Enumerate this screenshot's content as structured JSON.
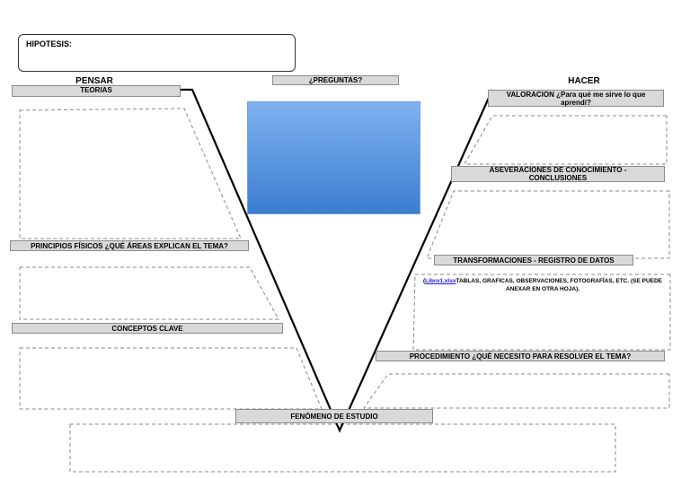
{
  "hipotesis": {
    "label": "HIPOTESIS:"
  },
  "pensar": {
    "title": "PENSAR"
  },
  "hacer": {
    "title": "HACER"
  },
  "preguntas": {
    "label": "¿PREGUNTAS?"
  },
  "left": {
    "teorias": "TEORIAS",
    "principios": "PRINCIPIOS FÍSICOS ¿QUÉ ÁREAS EXPLICAN EL TEMA?",
    "conceptos": "CONCEPTOS CLAVE"
  },
  "right": {
    "valoracion": "VALORACION ¿Para qué me sirve lo que aprendí?",
    "aseveraciones": "ASEVERACIONES DE CONOCIMIENTO - CONCLUSIONES",
    "transformaciones": "TRANSFORMACIONES - REGISTRO DE DATOS",
    "registro_link": "Libro1.xlsx",
    "registro_text": "TABLAS, GRAFICAS, OBSERVACIONES, FOTOGRAFÍAS, ETC. (SE PUEDE ANEXAR EN OTRA HOJA).",
    "procedimiento": "PROCEDIMIENTO ¿QUÉ NECESITO PARA RESOLVER EL TEMA?"
  },
  "fenomeno": {
    "label": "FENÓMENO DE ESTUDIO"
  },
  "colors": {
    "label_bg": "#d9d9d9",
    "blue_top": "#7fb2f0",
    "blue_bottom": "#3a7ed0"
  }
}
